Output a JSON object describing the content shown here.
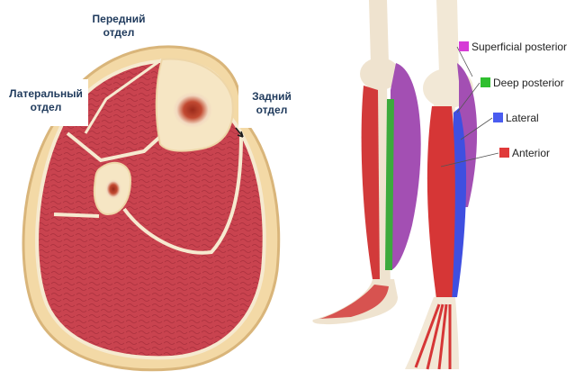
{
  "cross_section": {
    "labels": {
      "anterior": "Передний\nотдел",
      "lateral": "Латеральный\nотдел",
      "posterior": "Задний\nотдел"
    }
  },
  "leg_illustration": {
    "legend": [
      {
        "label": "Superficial posterior",
        "color": "#d63bd6"
      },
      {
        "label": "Deep posterior",
        "color": "#2fbf2f"
      },
      {
        "label": "Lateral",
        "color": "#4a5cf0"
      },
      {
        "label": "Anterior",
        "color": "#e03a3a"
      }
    ]
  },
  "colors": {
    "muscle": "#c9434f",
    "bone": "#f6e6c4",
    "fascia": "#f3e0b8",
    "label_text": "#1f3a5c"
  }
}
